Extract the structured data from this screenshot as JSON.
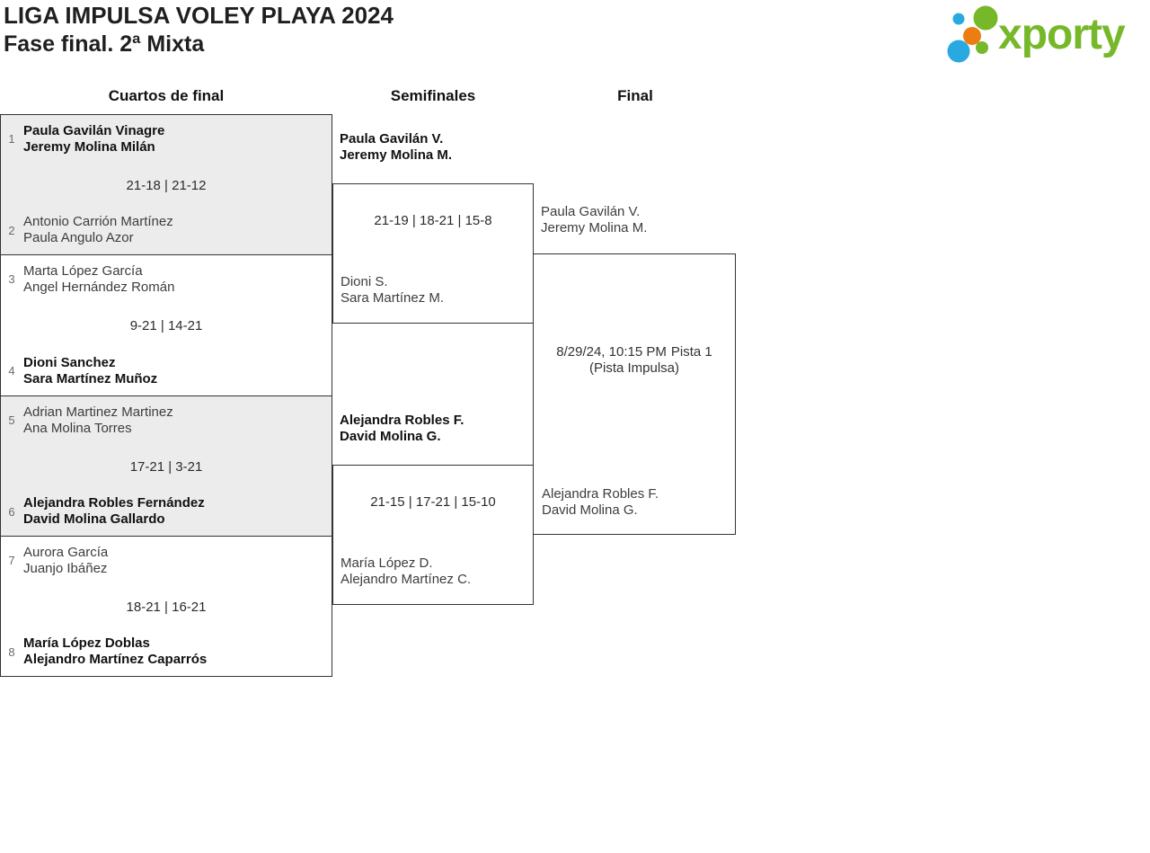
{
  "header": {
    "title": "LIGA IMPULSA VOLEY PLAYA 2024",
    "subtitle": "Fase final. 2ª Mixta",
    "logo_text": "xporty",
    "logo_colors": {
      "green": "#76b82a",
      "blue": "#29a9e0",
      "orange": "#ee7d11"
    }
  },
  "colors": {
    "border": "#333333",
    "shaded_row_bg": "#ececec",
    "winner_text": "#111111",
    "loser_text": "#3d3d3d"
  },
  "rounds": {
    "quarterfinals_label": "Cuartos de final",
    "semifinals_label": "Semifinales",
    "final_label": "Final"
  },
  "quarterfinals": [
    {
      "team1": {
        "seed": "1",
        "players": [
          "Paula Gavilán Vinagre",
          "Jeremy Molina Milán"
        ],
        "winner": true
      },
      "score": "21-18 | 21-12",
      "team2": {
        "seed": "2",
        "players": [
          "Antonio Carrión Martínez",
          "Paula Angulo Azor"
        ],
        "winner": false
      }
    },
    {
      "team1": {
        "seed": "3",
        "players": [
          "Marta López García",
          "Angel Hernández Román"
        ],
        "winner": false
      },
      "score": "9-21 | 14-21",
      "team2": {
        "seed": "4",
        "players": [
          "Dioni Sanchez",
          "Sara Martínez Muñoz"
        ],
        "winner": true
      }
    },
    {
      "team1": {
        "seed": "5",
        "players": [
          "Adrian Martinez Martinez",
          "Ana Molina Torres"
        ],
        "winner": false
      },
      "score": "17-21 | 3-21",
      "team2": {
        "seed": "6",
        "players": [
          "Alejandra Robles Fernández",
          "David Molina Gallardo"
        ],
        "winner": true
      }
    },
    {
      "team1": {
        "seed": "7",
        "players": [
          "Aurora García",
          "Juanjo Ibáñez"
        ],
        "winner": false
      },
      "score": "18-21 | 16-21",
      "team2": {
        "seed": "8",
        "players": [
          "María López Doblas",
          "Alejandro Martínez Caparrós"
        ],
        "winner": true
      }
    }
  ],
  "semifinals": [
    {
      "team1": {
        "players": [
          "Paula Gavilán V.",
          "Jeremy Molina M."
        ],
        "winner": true
      },
      "score": "21-19 | 18-21 | 15-8",
      "team2": {
        "players": [
          "Dioni S.",
          "Sara Martínez M."
        ],
        "winner": false
      }
    },
    {
      "team1": {
        "players": [
          "Alejandra Robles F.",
          "David Molina G."
        ],
        "winner": true
      },
      "score": "21-15 | 17-21 | 15-10",
      "team2": {
        "players": [
          "María López D.",
          "Alejandro Martínez C."
        ],
        "winner": false
      }
    }
  ],
  "final": {
    "team1": {
      "players": [
        "Paula Gavilán V.",
        "Jeremy Molina M."
      ],
      "winner": false
    },
    "schedule": {
      "datetime": "8/29/24, 10:15 PM",
      "venue": "Pista 1 (Pista Impulsa)"
    },
    "team2": {
      "players": [
        "Alejandra Robles F.",
        "David Molina G."
      ],
      "winner": false
    }
  }
}
